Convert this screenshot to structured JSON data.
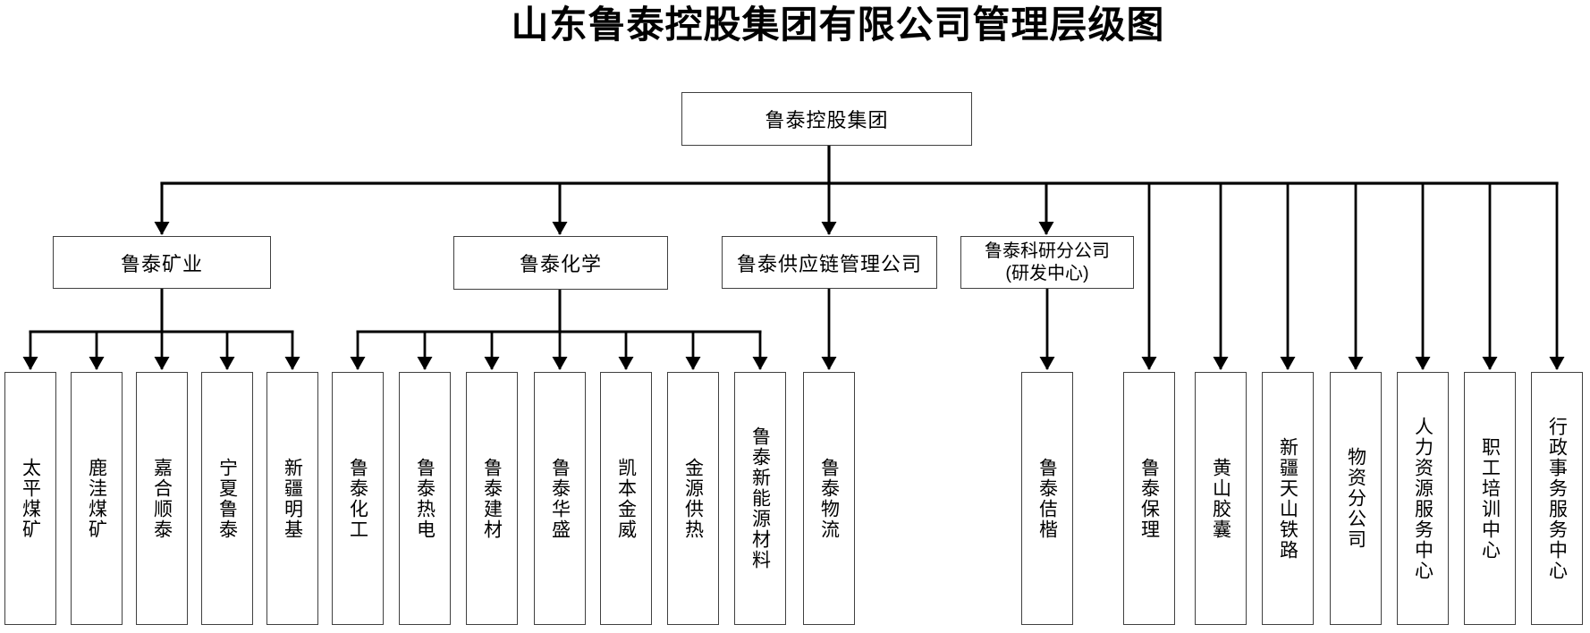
{
  "title": "山东鲁泰控股集团有限公司管理层级图",
  "org": {
    "root": {
      "label": "鲁泰控股集团"
    },
    "divisions": [
      {
        "id": "kuangye",
        "label": "鲁泰矿业",
        "children": [
          "太平煤矿",
          "鹿洼煤矿",
          "嘉合顺泰",
          "宁夏鲁泰",
          "新疆明基"
        ]
      },
      {
        "id": "huaxue",
        "label": "鲁泰化学",
        "children": [
          "鲁泰化工",
          "鲁泰热电",
          "鲁泰建材",
          "鲁泰华盛",
          "凯本金威",
          "金源供热",
          "鲁泰新能源材料"
        ]
      },
      {
        "id": "gongyinglian",
        "label": "鲁泰供应链管理公司",
        "children": [
          "鲁泰物流"
        ]
      },
      {
        "id": "keyan",
        "label": "鲁泰科研分公司",
        "sublabel": "(研发中心)",
        "children": [
          "鲁泰佶楷"
        ]
      }
    ],
    "direct_subsidiaries": [
      "鲁泰保理",
      "黄山胶囊",
      "新疆天山铁路",
      "物资分公司",
      "人力资源服务中心",
      "职工培训中心",
      "行政事务服务中心"
    ]
  },
  "colors": {
    "line": "#000000",
    "box_border": "#404040",
    "text": "#000000",
    "background": "#ffffff"
  }
}
